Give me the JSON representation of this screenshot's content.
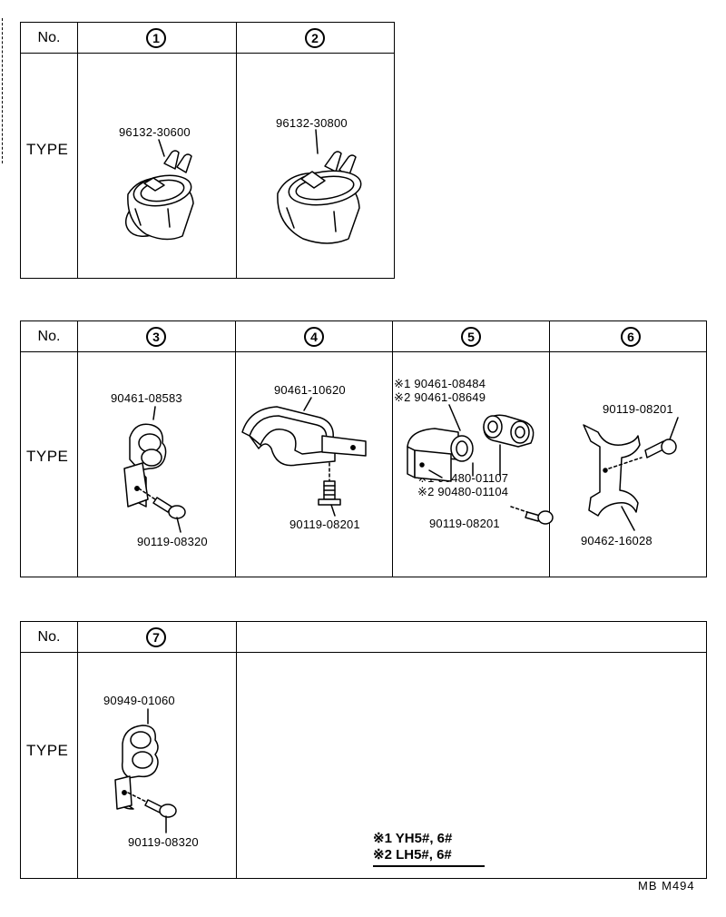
{
  "headers": {
    "no": "No.",
    "type": "TYPE"
  },
  "table1": {
    "columns": [
      {
        "num": "1",
        "parts": [
          "96132-30600"
        ]
      },
      {
        "num": "2",
        "parts": [
          "96132-30800"
        ]
      }
    ]
  },
  "table2": {
    "columns": [
      {
        "num": "3",
        "parts": [
          "90461-08583",
          "90119-08320"
        ]
      },
      {
        "num": "4",
        "parts": [
          "90461-10620",
          "90119-08201"
        ]
      },
      {
        "num": "5",
        "parts": [
          "※1 90461-08484",
          "※2 90461-08649",
          "※1 90480-01107",
          "※2 90480-01104",
          "90119-08201"
        ]
      },
      {
        "num": "6",
        "parts": [
          "90119-08201",
          "90462-16028"
        ]
      }
    ]
  },
  "table3": {
    "columns": [
      {
        "num": "7",
        "parts": [
          "90949-01060",
          "90119-08320"
        ]
      }
    ],
    "notes": [
      "※1 YH5#, 6#",
      "※2 LH5#, 6#"
    ]
  },
  "footer_code": "MB  M494"
}
